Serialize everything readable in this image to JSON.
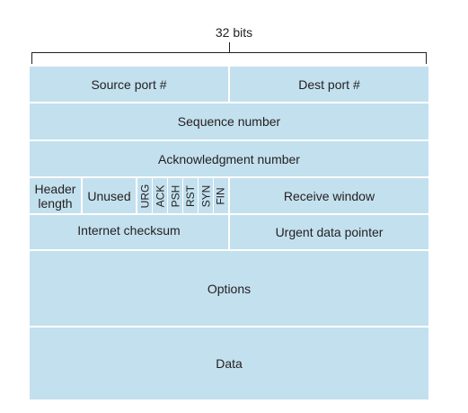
{
  "header": {
    "width_label": "32 bits"
  },
  "rows": {
    "source_port": "Source port #",
    "dest_port": "Dest port #",
    "sequence_number": "Sequence number",
    "acknowledgment_number": "Acknowledgment number",
    "header_length": "Header\nlength",
    "unused": "Unused",
    "flags": [
      "URG",
      "ACK",
      "PSH",
      "RST",
      "SYN",
      "FIN"
    ],
    "receive_window": "Receive window",
    "internet_checksum": "Internet checksum",
    "urgent_data_pointer": "Urgent data pointer",
    "options": "Options",
    "data": "Data"
  },
  "colors": {
    "field_fill": "#c3e0ee",
    "separator": "#ffffff",
    "text": "#231f20"
  }
}
